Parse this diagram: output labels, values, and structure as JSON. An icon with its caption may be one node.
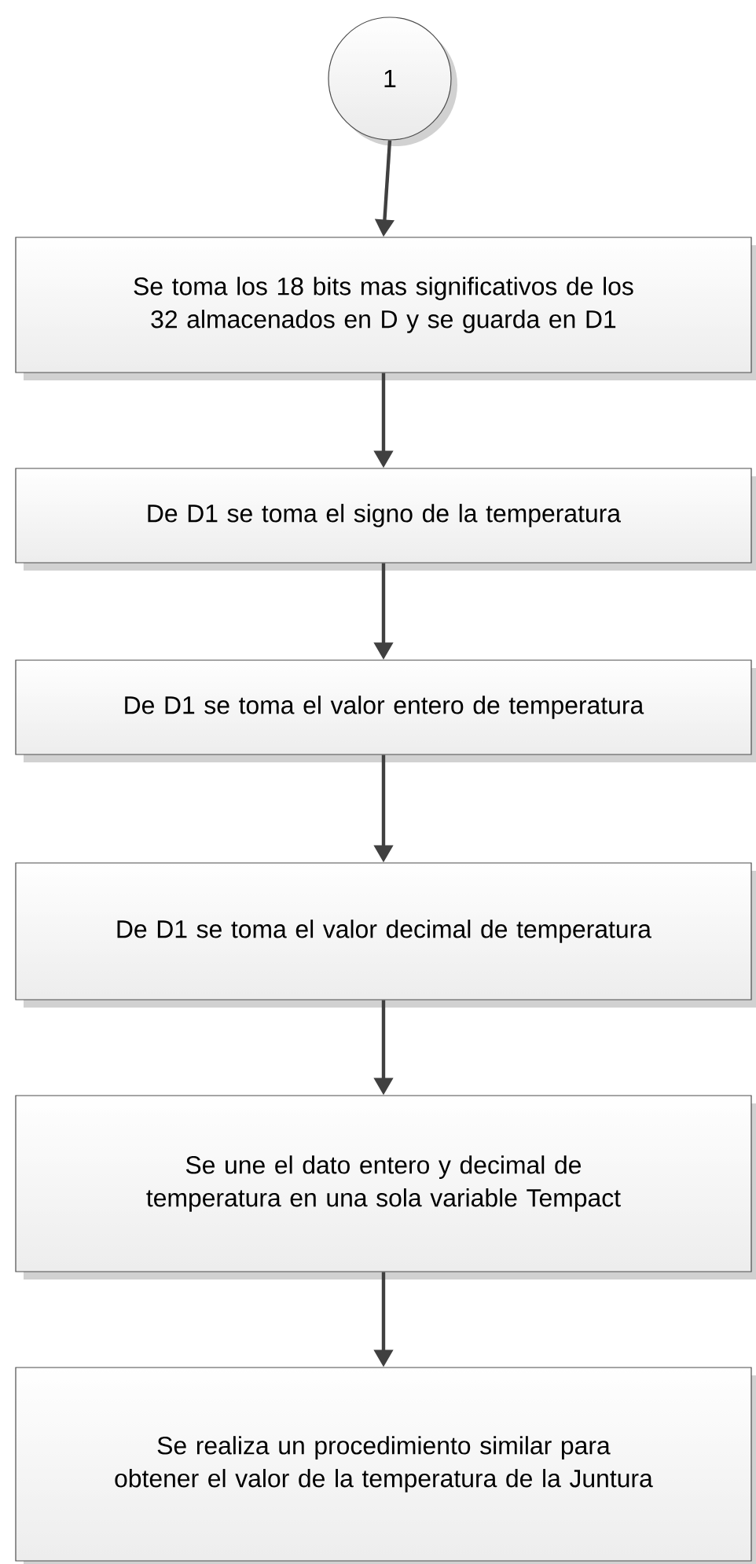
{
  "diagram": {
    "nodes": [
      {
        "text": [
          "1"
        ]
      },
      {
        "text": [
          "Se toma los 18 bits mas significativos de los 32 almacenados en D y se guarda en D1"
        ]
      },
      {
        "text": [
          "De D1 se toma el signo de la temperatura"
        ]
      },
      {
        "text": [
          "De D1 se toma el valor entero de temperatura"
        ]
      },
      {
        "text": [
          "De D1 se toma el valor decimal de temperatura"
        ]
      },
      {
        "text": [
          "Se une el dato entero y decimal de temperatura en una sola variable Tempact"
        ]
      },
      {
        "text": [
          "Se realiza un procedimiento similar para obtener el valor de la temperatura de la Juntura"
        ]
      }
    ],
    "edges": [
      {
        "from": 0,
        "to": 1,
        "arrow": "to"
      },
      {
        "from": 1,
        "to": 2,
        "arrow": "to"
      },
      {
        "from": 2,
        "to": 3,
        "arrow": "to"
      },
      {
        "from": 3,
        "to": 4,
        "arrow": "to"
      },
      {
        "from": 4,
        "to": 5,
        "arrow": "to"
      },
      {
        "from": 5,
        "to": 6,
        "arrow": "to"
      }
    ]
  }
}
